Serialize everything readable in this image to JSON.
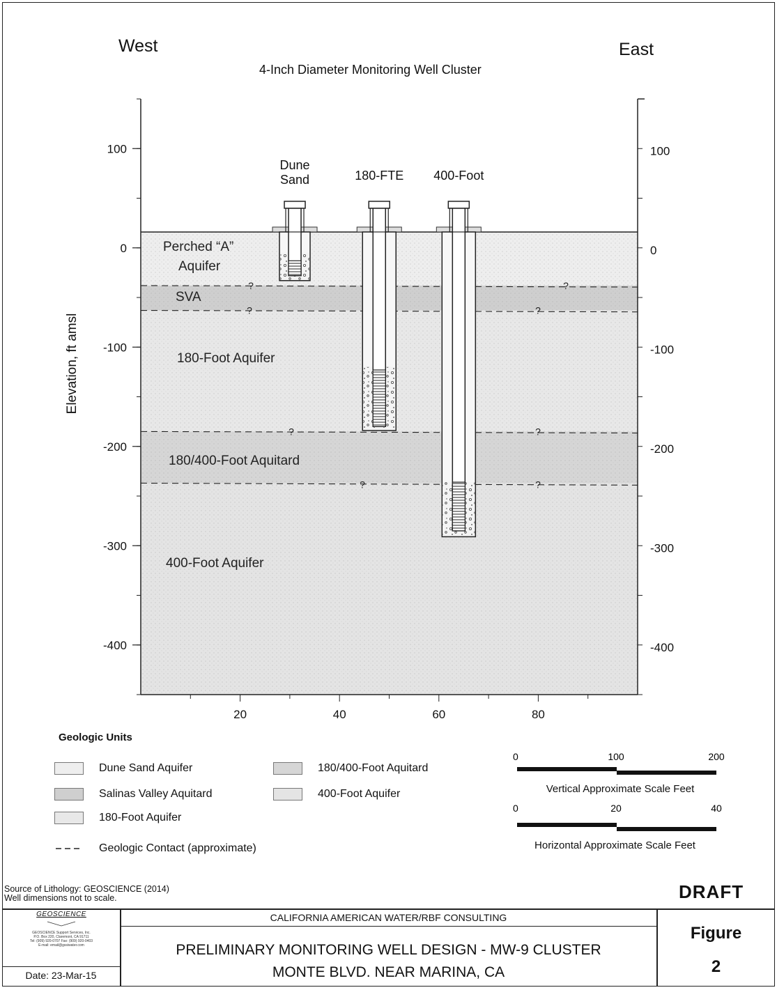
{
  "header": {
    "west": "West",
    "east": "East",
    "title": "4-Inch Diameter Monitoring Well Cluster"
  },
  "axis": {
    "y_label": "Elevation, ft amsl",
    "left_ticks": [
      "100",
      "0",
      "-100",
      "-200",
      "-300",
      "-400"
    ],
    "right_ticks": [
      "100",
      "0",
      "-100",
      "-200",
      "-300",
      "-400"
    ],
    "x_ticks": [
      "20",
      "40",
      "60",
      "80"
    ],
    "y_range": [
      -450,
      150
    ],
    "x_range": [
      0,
      100
    ]
  },
  "wells": [
    {
      "name_line1": "Dune",
      "name_line2": "Sand",
      "x_center": 31,
      "bottom_elev": -33,
      "screen_top": -13,
      "screen_bottom": -28,
      "pack_top": -5
    },
    {
      "name_line1": "180-FTE",
      "name_line2": "",
      "x_center": 48,
      "bottom_elev": -184,
      "screen_top": -123,
      "screen_bottom": -180,
      "pack_top": -120
    },
    {
      "name_line1": "400-Foot",
      "name_line2": "",
      "x_center": 64,
      "bottom_elev": -291,
      "screen_top": -236,
      "screen_bottom": -285,
      "pack_top": -236
    }
  ],
  "ground_surface_elev": 16,
  "units": [
    {
      "label_line1": "Perched “A”",
      "label_line2": "Aquifer",
      "top": 16,
      "bottom": -38,
      "color": "#eeeeee"
    },
    {
      "label_line1": "SVA",
      "label_line2": "",
      "top": -38,
      "bottom": -63,
      "color": "#cfcfcf"
    },
    {
      "label_line1": "180-Foot Aquifer",
      "label_line2": "",
      "top": -63,
      "bottom": -185,
      "color": "#e8e8e8"
    },
    {
      "label_line1": "180/400-Foot Aquitard",
      "label_line2": "",
      "top": -185,
      "bottom": -237,
      "color": "#d6d6d6"
    },
    {
      "label_line1": "400-Foot Aquifer",
      "label_line2": "",
      "top": -237,
      "bottom": -450,
      "color": "#e4e4e4"
    }
  ],
  "contact_marks": [
    "?",
    "?",
    "?",
    "?",
    "?",
    "?",
    "?",
    "?"
  ],
  "legend": {
    "title": "Geologic Units",
    "items": [
      {
        "label": "Dune Sand Aquifer",
        "color": "#eeeeee"
      },
      {
        "label": "Salinas Valley Aquitard",
        "color": "#cfcfcf"
      },
      {
        "label": "180-Foot Aquifer",
        "color": "#e8e8e8"
      },
      {
        "label": "180/400-Foot Aquitard",
        "color": "#d6d6d6"
      },
      {
        "label": "400-Foot Aquifer",
        "color": "#e4e4e4"
      }
    ],
    "contact_label": "Geologic Contact (approximate)"
  },
  "scales": {
    "vertical": {
      "ticks": [
        "0",
        "100",
        "200"
      ],
      "label": "Vertical Approximate Scale Feet"
    },
    "horizontal": {
      "ticks": [
        "0",
        "20",
        "40"
      ],
      "label": "Horizontal Approximate Scale Feet"
    }
  },
  "notes": {
    "line1": "Source of Lithology: GEOSCIENCE (2014)",
    "line2": "Well dimensions not to scale."
  },
  "draft": "DRAFT",
  "title_block": {
    "logo_name": "GEOSCIENCE",
    "logo_line1": "GEOSCIENCE Support Services, Inc.",
    "logo_line2": "P.O. Box 220, Claremont, CA 91711",
    "logo_line3": "Tel: (909) 920-0707  Fax: (909) 920-0403",
    "logo_line4": "E-mail: email@gssiwater.com",
    "date": "Date: 23-Mar-15",
    "client": "CALIFORNIA AMERICAN WATER/RBF CONSULTING",
    "project_line1": "PRELIMINARY MONITORING WELL DESIGN - MW-9 CLUSTER",
    "project_line2": "MONTE BLVD. NEAR MARINA, CA",
    "figure_label": "Figure",
    "figure_number": "2"
  }
}
